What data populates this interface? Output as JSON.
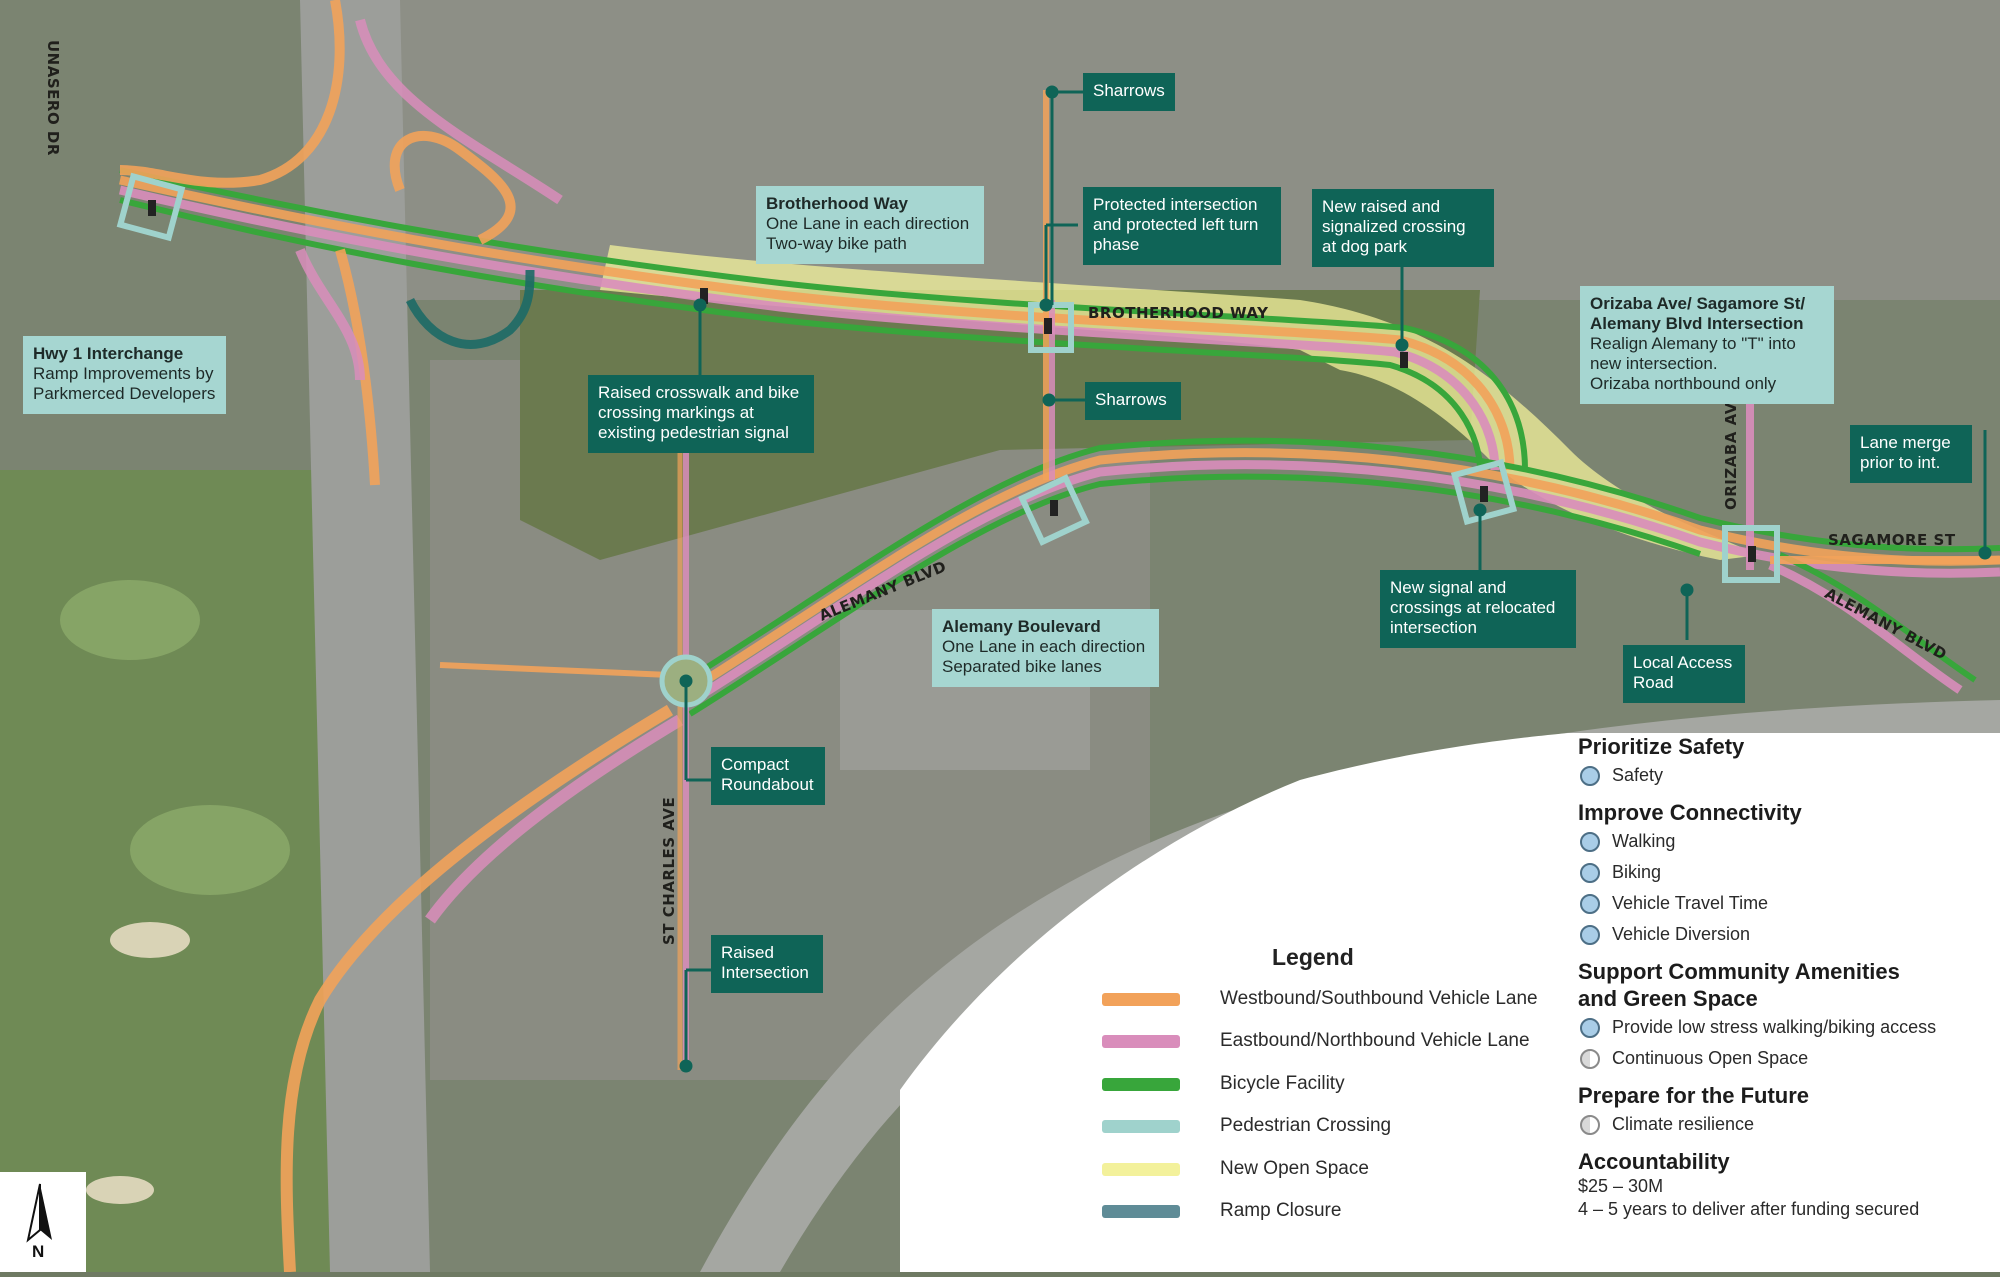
{
  "colors": {
    "westbound": "#f2a25a",
    "eastbound": "#d98dbb",
    "bicycle": "#38a63b",
    "pedestrian": "#9fd2cc",
    "open_space": "#f3f19b",
    "ramp_closure": "#5f8c97",
    "callout_dark": "#0f6457",
    "callout_light": "#a6d6d1",
    "safety_circle": "#a9cde7"
  },
  "streets": {
    "brotherhood": "BROTHERHOOD WAY",
    "alemany_left": "ALEMANY BLVD",
    "alemany_right": "ALEMANY BLVD",
    "sagamore": "SAGAMORE ST",
    "orizaba": "ORIZABA AVE",
    "st_charles": "ST CHARLES AVE",
    "lunasero": "UNASERO DR"
  },
  "callouts": {
    "hwy1": {
      "title": "Hwy 1 Interchange",
      "lines": [
        "Ramp Improvements by",
        "Parkmerced Developers"
      ]
    },
    "brotherhood": {
      "title": "Brotherhood Way",
      "lines": [
        "One Lane in each direction",
        "Two-way bike path"
      ]
    },
    "sharrows_top": {
      "lines": [
        "Sharrows"
      ]
    },
    "protected": {
      "lines": [
        "Protected intersection",
        "and protected left turn",
        "phase"
      ]
    },
    "raised_dog": {
      "lines": [
        "New raised and",
        "signalized crossing",
        "at dog park"
      ]
    },
    "orizaba": {
      "title": "Orizaba Ave/ Sagamore St/ Alemany Blvd Intersection",
      "lines": [
        "Realign Alemany to \"T\" into",
        "new intersection.",
        "Orizaba northbound only"
      ]
    },
    "raised_crosswalk": {
      "lines": [
        "Raised crosswalk and bike",
        "crossing markings at",
        "existing pedestrian signal"
      ]
    },
    "sharrows_mid": {
      "lines": [
        "Sharrows"
      ]
    },
    "lane_merge": {
      "lines": [
        "Lane merge",
        "prior to int."
      ]
    },
    "alemany": {
      "title": "Alemany Boulevard",
      "lines": [
        "One Lane in each direction",
        "Separated bike lanes"
      ]
    },
    "new_signal": {
      "lines": [
        "New signal and",
        "crossings at relocated",
        "intersection"
      ]
    },
    "local_access": {
      "lines": [
        "Local Access",
        "Road"
      ]
    },
    "roundabout": {
      "lines": [
        "Compact",
        "Roundabout"
      ]
    },
    "raised_int": {
      "lines": [
        "Raised",
        "Intersection"
      ]
    }
  },
  "legend": {
    "title": "Legend",
    "items": [
      {
        "label": "Westbound/Southbound Vehicle Lane",
        "color": "#f2a25a"
      },
      {
        "label": "Eastbound/Northbound Vehicle Lane",
        "color": "#d98dbb"
      },
      {
        "label": "Bicycle Facility",
        "color": "#38a63b"
      },
      {
        "label": "Pedestrian Crossing",
        "color": "#9fd2cc"
      },
      {
        "label": "New Open Space",
        "color": "#f3f19b"
      },
      {
        "label": "Ramp Closure",
        "color": "#5f8c97"
      }
    ]
  },
  "criteria": {
    "safety": {
      "title": "Prioritize Safety",
      "items": [
        "Safety"
      ]
    },
    "connectivity": {
      "title": "Improve Connectivity",
      "items": [
        "Walking",
        "Biking",
        "Vehicle Travel Time",
        "Vehicle Diversion"
      ]
    },
    "community": {
      "title": "Support Community Amenities and Green Space",
      "items": [
        "Provide low stress walking/biking access",
        "Continuous Open Space"
      ]
    },
    "future": {
      "title": "Prepare for the Future",
      "items": [
        "Climate resilience"
      ]
    },
    "accountability": {
      "title": "Accountability",
      "cost": "$25 – 30M",
      "timeline": "4 – 5 years to deliver after funding secured"
    }
  },
  "north_label": "N"
}
